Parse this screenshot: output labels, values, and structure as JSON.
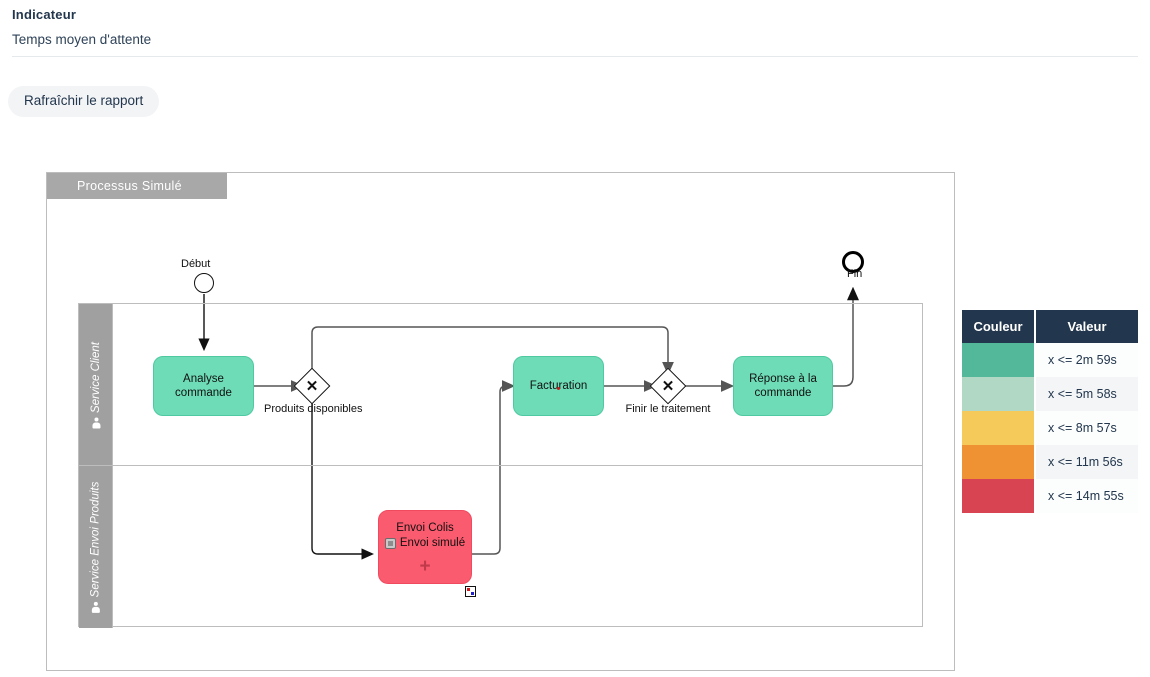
{
  "header": {
    "title": "Indicateur",
    "subtitle": "Temps moyen d'attente",
    "refresh_label": "Rafraîchir le rapport"
  },
  "diagram": {
    "pool_label": "Processus Simulé",
    "lanes": [
      {
        "label": "Service Client",
        "icon": "person-icon"
      },
      {
        "label": "Service Envoi Produits",
        "icon": "person-icon"
      }
    ],
    "events": [
      {
        "id": "start",
        "label": "Début",
        "type": "start-event"
      },
      {
        "id": "end",
        "label": "Fin",
        "type": "end-event"
      }
    ],
    "gateways": [
      {
        "id": "gw1",
        "label": "Produits disponibles",
        "symbol": "✕",
        "type": "exclusive-gateway"
      },
      {
        "id": "gw2",
        "label": "Finir le traitement",
        "symbol": "✕",
        "type": "exclusive-gateway"
      }
    ],
    "tasks": [
      {
        "id": "t1",
        "label": "Analyse commande",
        "color": "#6edcb7"
      },
      {
        "id": "t2",
        "label": "Facturation",
        "color": "#6edcb7",
        "marker": "red-dot"
      },
      {
        "id": "t3",
        "label": "Réponse à la commande",
        "color": "#6edcb7"
      },
      {
        "id": "t4",
        "label": "Envoi Colis",
        "sublabel": "Envoi simulé",
        "color": "#fb5b6e",
        "marker": "collapsed-subprocess-plus",
        "badge": "simulation-badge",
        "plus": "+"
      }
    ]
  },
  "legend": {
    "columns": [
      "Couleur",
      "Valeur"
    ],
    "rows": [
      {
        "color": "#53b89a",
        "value": "x <= 2m 59s"
      },
      {
        "color": "#b0d8c5",
        "value": "x <= 5m 58s"
      },
      {
        "color": "#f5c95a",
        "value": "x <= 8m 57s"
      },
      {
        "color": "#ef9233",
        "value": "x <= 11m 56s"
      },
      {
        "color": "#d94452",
        "value": "x <= 14m 55s"
      }
    ]
  }
}
